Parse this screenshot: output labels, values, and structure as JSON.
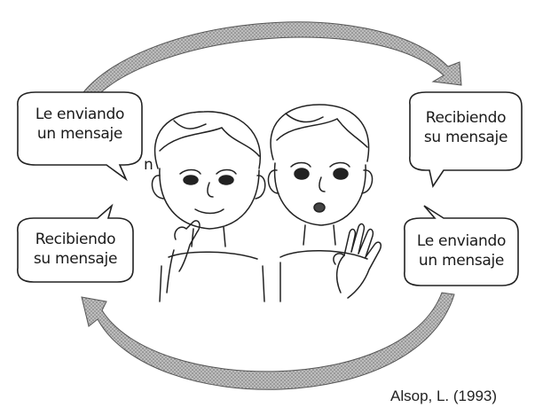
{
  "bubbles": {
    "top_left": {
      "line1": "Le enviando",
      "line2": "un mensaje"
    },
    "top_right": {
      "line1": "Recibiendo",
      "line2": "su mensaje"
    },
    "bottom_left": {
      "line1": "Recibiendo",
      "line2": "su mensaje"
    },
    "bottom_right": {
      "line1": "Le enviando",
      "line2": "un mensaje"
    }
  },
  "stray_letter": "n",
  "citation": "Alsop, L. (1993)",
  "colors": {
    "arrow": "#8a8a8a",
    "ink": "#1a1a1a",
    "background": "#ffffff"
  }
}
